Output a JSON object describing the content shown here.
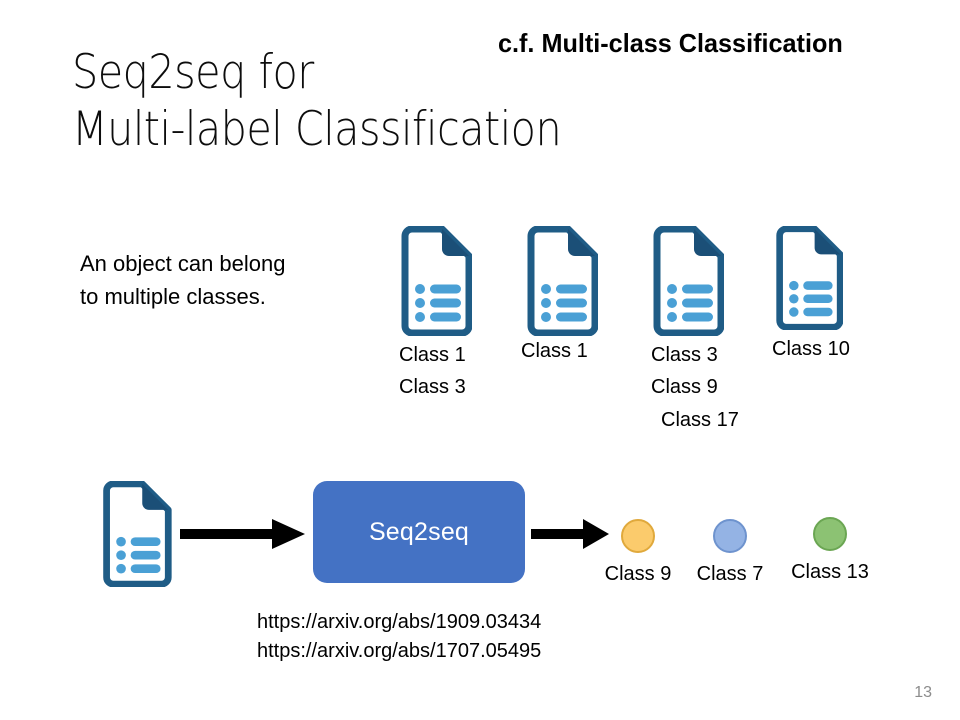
{
  "slide": {
    "title": "Seq2seq for\nMulti-label Classification",
    "corner_heading": "c.f. Multi-class Classification",
    "note": "An object can belong\nto multiple classes.",
    "number": "13"
  },
  "examples": {
    "icon_name": "document-list-icon",
    "items": [
      {
        "labels": [
          "Class 1",
          "Class 3"
        ]
      },
      {
        "labels": [
          "Class 1"
        ]
      },
      {
        "labels": [
          "Class 3",
          "Class 9",
          "Class 17"
        ]
      },
      {
        "labels": [
          "Class 10"
        ]
      }
    ]
  },
  "flow": {
    "input_icon_name": "document-list-icon",
    "arrow_in_name": "arrow-right-icon",
    "arrow_out_name": "arrow-right-icon",
    "model_label": "Seq2seq",
    "model_color": "#4472C4",
    "outputs": [
      {
        "label": "Class 9",
        "fill": "#FBCB6C",
        "stroke": "#E0A93C"
      },
      {
        "label": "Class 7",
        "fill": "#94B3E4",
        "stroke": "#6E93CE"
      },
      {
        "label": "Class 13",
        "fill": "#8CC273",
        "stroke": "#6BA653"
      }
    ]
  },
  "links": [
    "https://arxiv.org/abs/1909.03434",
    "https://arxiv.org/abs/1707.05495"
  ],
  "palette": {
    "doc_outline": "#1F5C86",
    "doc_fold": "#1B4F77",
    "doc_bullet": "#4AA0D5",
    "text": "#000000",
    "slide_number": "#8C8C8C"
  }
}
